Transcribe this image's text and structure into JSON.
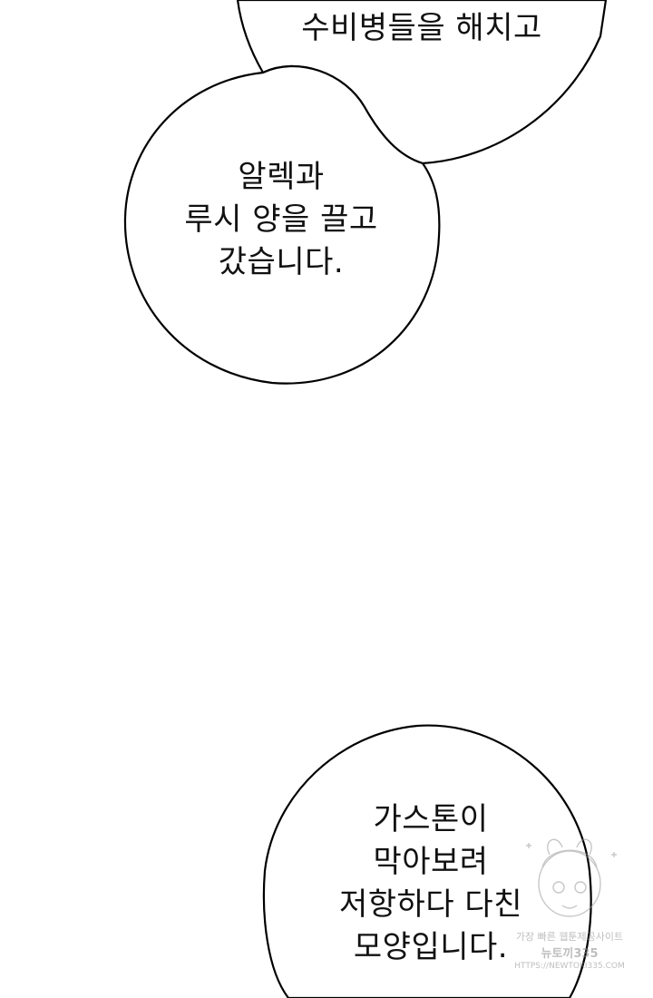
{
  "bubbles": {
    "top": {
      "line1": "수비병들을 해치고"
    },
    "middle": {
      "line1": "알렉과",
      "line2": "루시 양을 끌고",
      "line3": "갔습니다."
    },
    "bottom": {
      "line1": "가스톤이",
      "line2": "막아보려",
      "line3": "저항하다 다친",
      "line4": "모양입니다."
    }
  },
  "watermark": {
    "line1": "가장 빠른 웹툰제공사이트",
    "line2": "뉴토끼335",
    "line3": "HTTPS://NEWTOKI335.COM"
  },
  "colors": {
    "background": "#ffffff",
    "outline": "#000000",
    "text": "#111111",
    "watermark": "#8a8a8a"
  }
}
